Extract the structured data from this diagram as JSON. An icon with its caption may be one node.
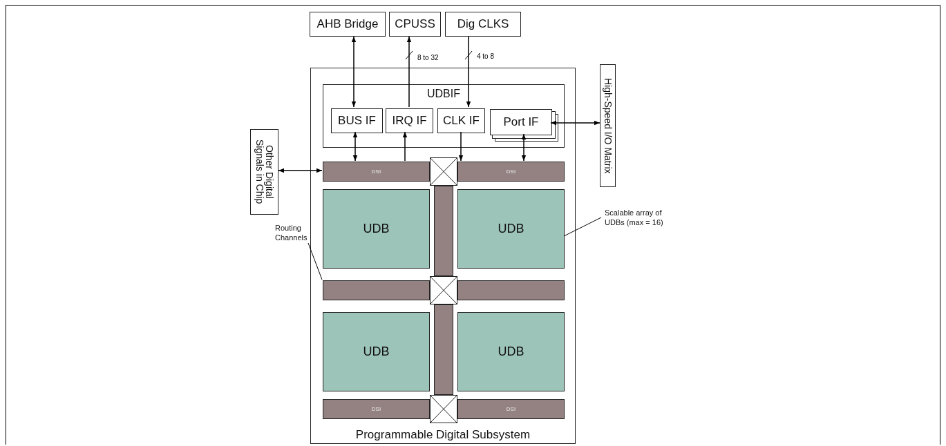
{
  "diagram": {
    "nodes": [
      {
        "text": [
          "AHB Bridge"
        ]
      },
      {
        "text": [
          "CPUSS"
        ]
      },
      {
        "text": [
          "Dig CLKS"
        ]
      },
      {
        "text": [
          "Programmable Digital Subsystem"
        ]
      },
      {
        "text": [
          "UDBIF"
        ],
        "in": 3
      },
      {
        "text": [
          "BUS IF"
        ],
        "in": 4
      },
      {
        "text": [
          "IRQ IF"
        ],
        "in": 4
      },
      {
        "text": [
          "CLK IF"
        ],
        "in": 4
      },
      {
        "text": [
          "Port IF"
        ],
        "in": 4
      },
      {
        "text": [
          "High-Speed I/O Matrix"
        ]
      },
      {
        "text": [
          "Other Digital Signals in Chip"
        ]
      },
      {
        "text": [
          "DSI"
        ],
        "in": 3
      },
      {
        "text": [
          "DSI"
        ],
        "in": 3
      },
      {
        "text": [
          "UDB"
        ],
        "in": 3
      },
      {
        "text": [
          "UDB"
        ],
        "in": 3
      },
      {
        "text": [
          "Routing Channels"
        ]
      },
      {
        "text": [
          "Scalable array of UDBs (max = 16)"
        ]
      },
      {
        "text": [],
        "shape": "bar",
        "in": 3
      },
      {
        "text": [],
        "shape": "bar",
        "in": 3
      },
      {
        "text": [
          "UDB"
        ],
        "in": 3
      },
      {
        "text": [
          "UDB"
        ],
        "in": 3
      },
      {
        "text": [
          "DSI"
        ],
        "in": 3
      },
      {
        "text": [
          "DSI"
        ],
        "in": 3
      },
      {
        "text": [],
        "shape": "box",
        "in": 3
      },
      {
        "text": [],
        "shape": "box",
        "in": 3
      },
      {
        "text": [],
        "shape": "box",
        "in": 3
      },
      {
        "text": [],
        "shape": "bar",
        "in": 3
      },
      {
        "text": [],
        "shape": "bar",
        "in": 3
      }
    ],
    "edges": [
      {
        "from": 0,
        "to": 5,
        "arrow": "both"
      },
      {
        "from": 6,
        "to": 1,
        "arrow": "to",
        "label": "8 to 32"
      },
      {
        "from": 2,
        "to": 7,
        "arrow": "to",
        "label": "4 to 8"
      },
      {
        "from": 8,
        "to": 9,
        "arrow": "both"
      },
      {
        "from": 10,
        "to": 11,
        "arrow": "both"
      },
      {
        "from": 5,
        "to": 11,
        "arrow": "both"
      },
      {
        "from": 11,
        "to": 6,
        "arrow": "to"
      },
      {
        "from": 7,
        "to": 12,
        "arrow": "to"
      },
      {
        "from": 8,
        "to": 12,
        "arrow": "both"
      },
      {
        "from": 15,
        "to": 17,
        "arrow": "none"
      },
      {
        "from": 16,
        "to": 14,
        "arrow": "none"
      }
    ]
  }
}
